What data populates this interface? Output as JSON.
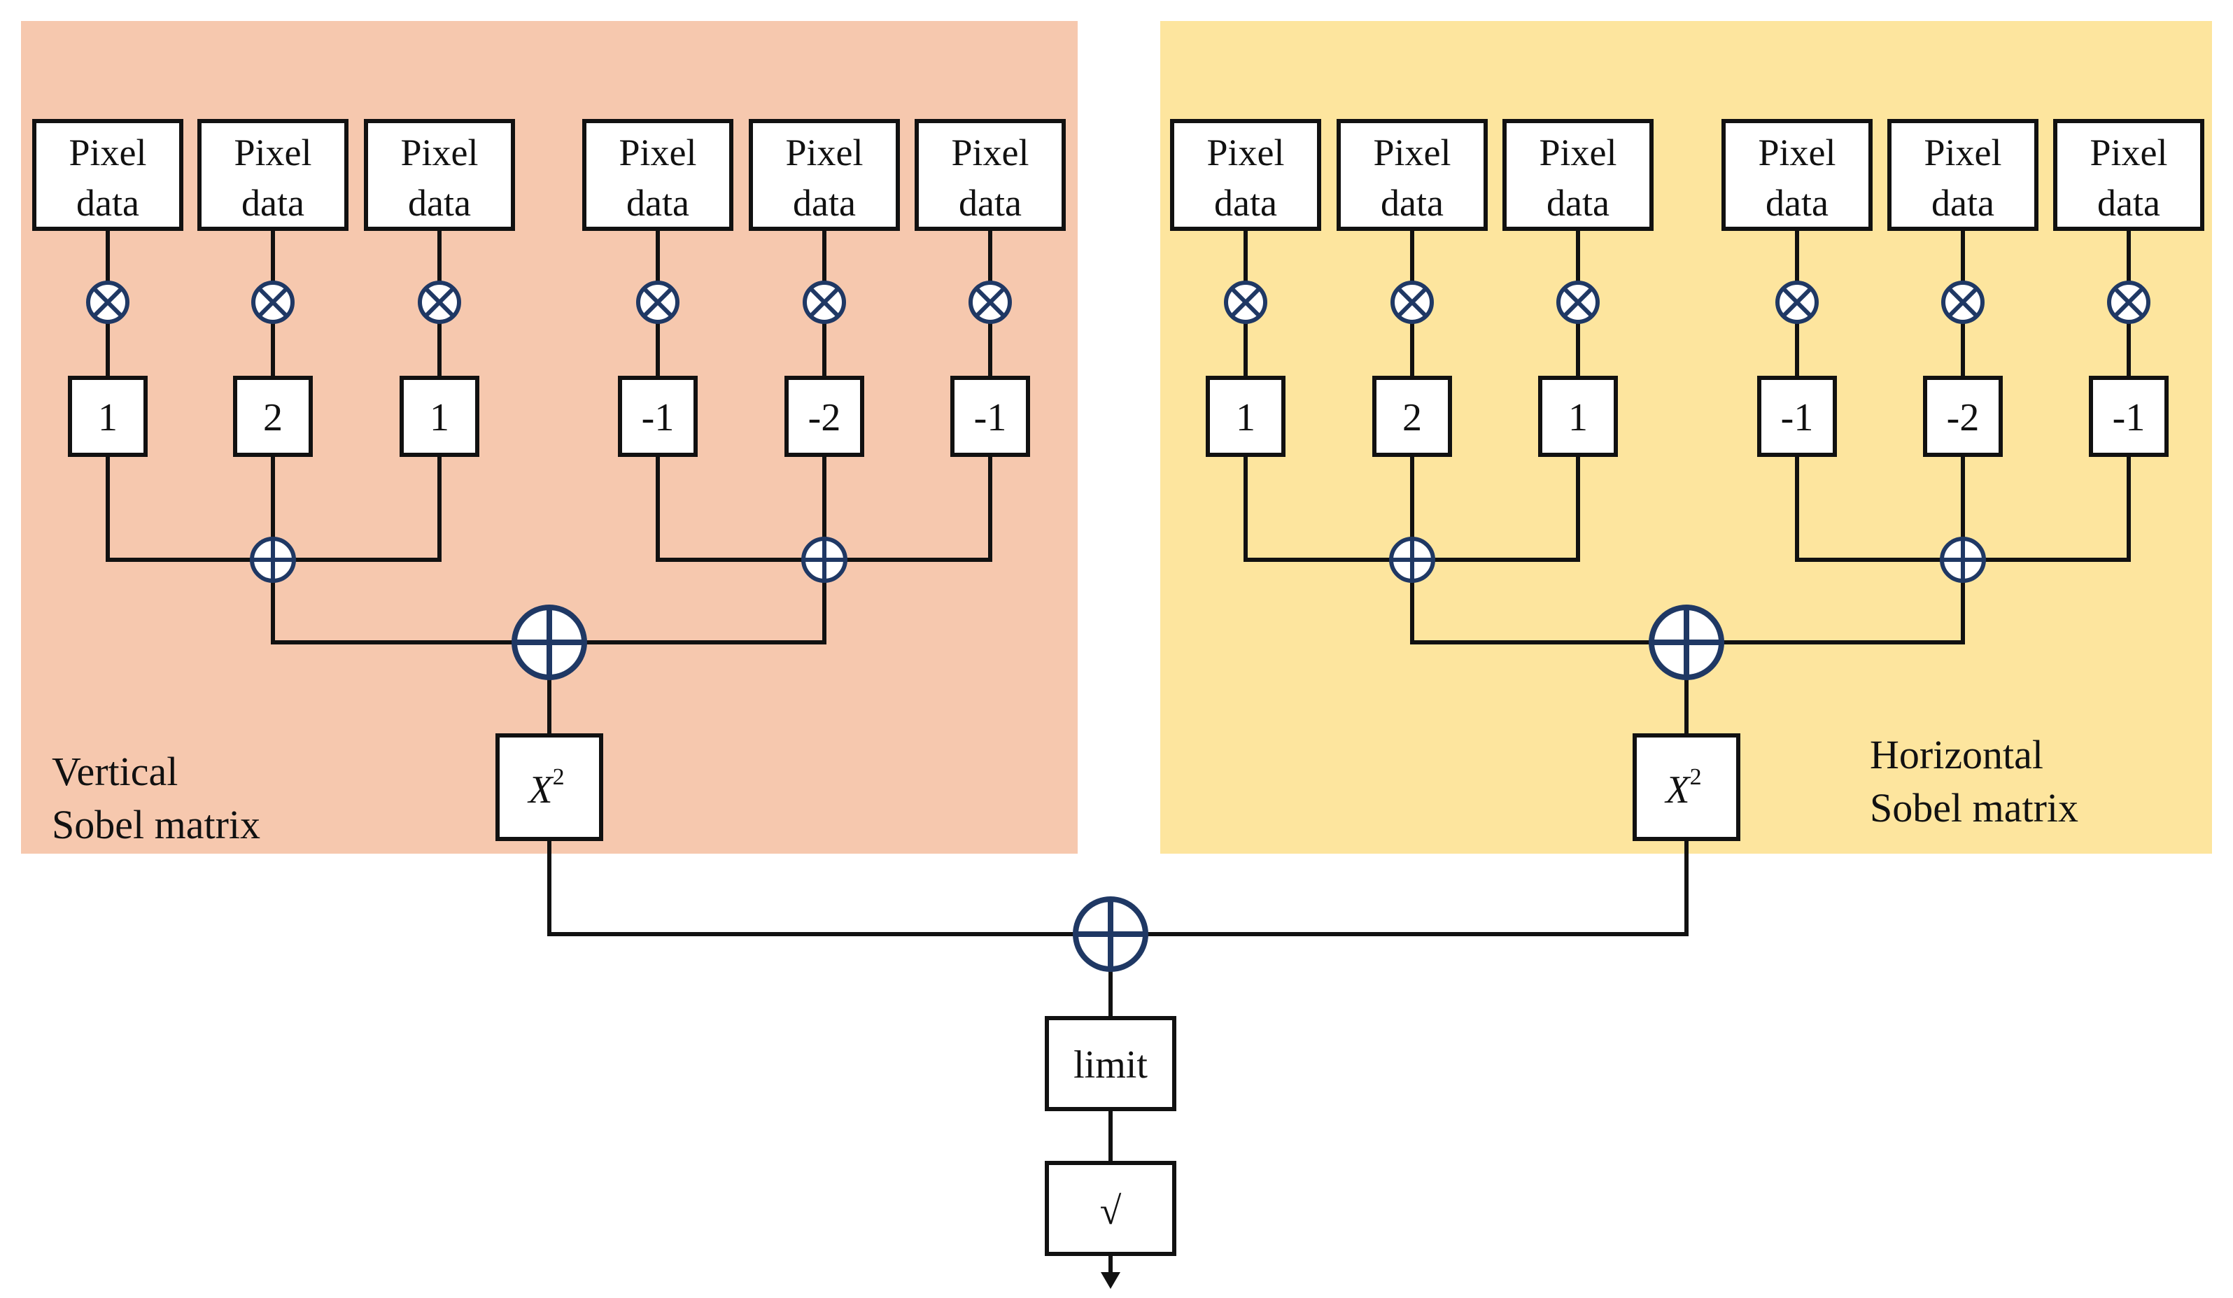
{
  "colors": {
    "vertical_panel": "#F6C8AE",
    "horizontal_panel": "#FDE59E",
    "node_stroke": "#1F3864",
    "line": "#111111",
    "box_fill": "#FFFFFF"
  },
  "vertical": {
    "label_lines": [
      "Vertical",
      "Sobel matrix"
    ],
    "pixel_lines": [
      "Pixel",
      "data"
    ],
    "coefficients": [
      "1",
      "2",
      "1",
      "-1",
      "-2",
      "-1"
    ],
    "square_label": "X",
    "square_exponent": "2"
  },
  "horizontal": {
    "label_lines": [
      "Horizontal",
      "Sobel matrix"
    ],
    "pixel_lines": [
      "Pixel",
      "data"
    ],
    "coefficients": [
      "1",
      "2",
      "1",
      "-1",
      "-2",
      "-1"
    ],
    "square_label": "X",
    "square_exponent": "2"
  },
  "output": {
    "limit_label": "limit",
    "sqrt_label": "√"
  },
  "icons": {
    "multiply": "circled-times-icon",
    "add": "circled-plus-icon",
    "arrow": "arrow-down-icon"
  }
}
